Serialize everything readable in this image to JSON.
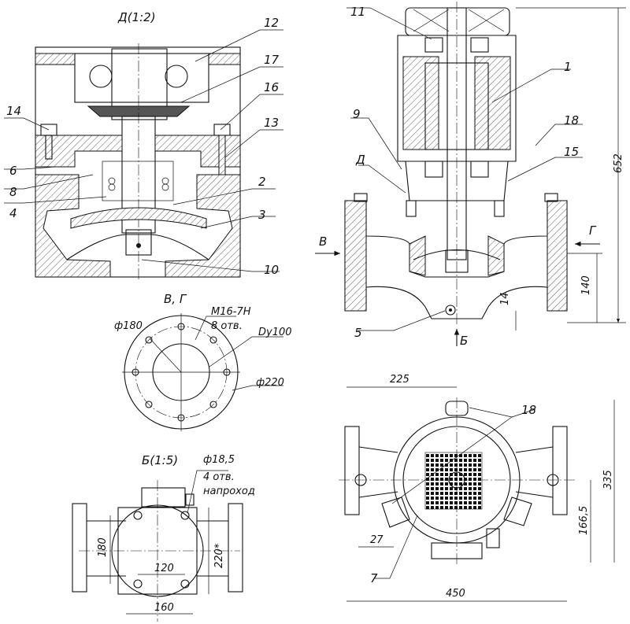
{
  "drawing": {
    "views": {
      "detail_d": "Д(1:2)",
      "flange_vg": "В, Г",
      "view_b": "Б(1:5)"
    },
    "callouts": [
      "1",
      "2",
      "3",
      "4",
      "5",
      "6",
      "7",
      "8",
      "9",
      "10",
      "11",
      "12",
      "13",
      "14",
      "15",
      "16",
      "17",
      "18"
    ],
    "direction_labels": {
      "v": "В",
      "g": "Г",
      "b": "Б",
      "d": "Д"
    },
    "flange": {
      "pcd": "ф180",
      "bolts": "M16-7H",
      "bolt_count": "8 отв.",
      "bore": "Dy100",
      "outer": "ф220"
    },
    "view_b_dims": {
      "hole_dia": "ф18,5",
      "hole_count": "4 отв.",
      "hole_type": "напроход",
      "h180": "180",
      "w120": "120",
      "w160": "160",
      "h220": "220*"
    },
    "main_dims": {
      "height": "652",
      "axis": "140",
      "base": "14"
    },
    "top_dims": {
      "w225": "225",
      "w450": "450",
      "h335": "335",
      "h166": "166,5",
      "off27": "27"
    }
  }
}
